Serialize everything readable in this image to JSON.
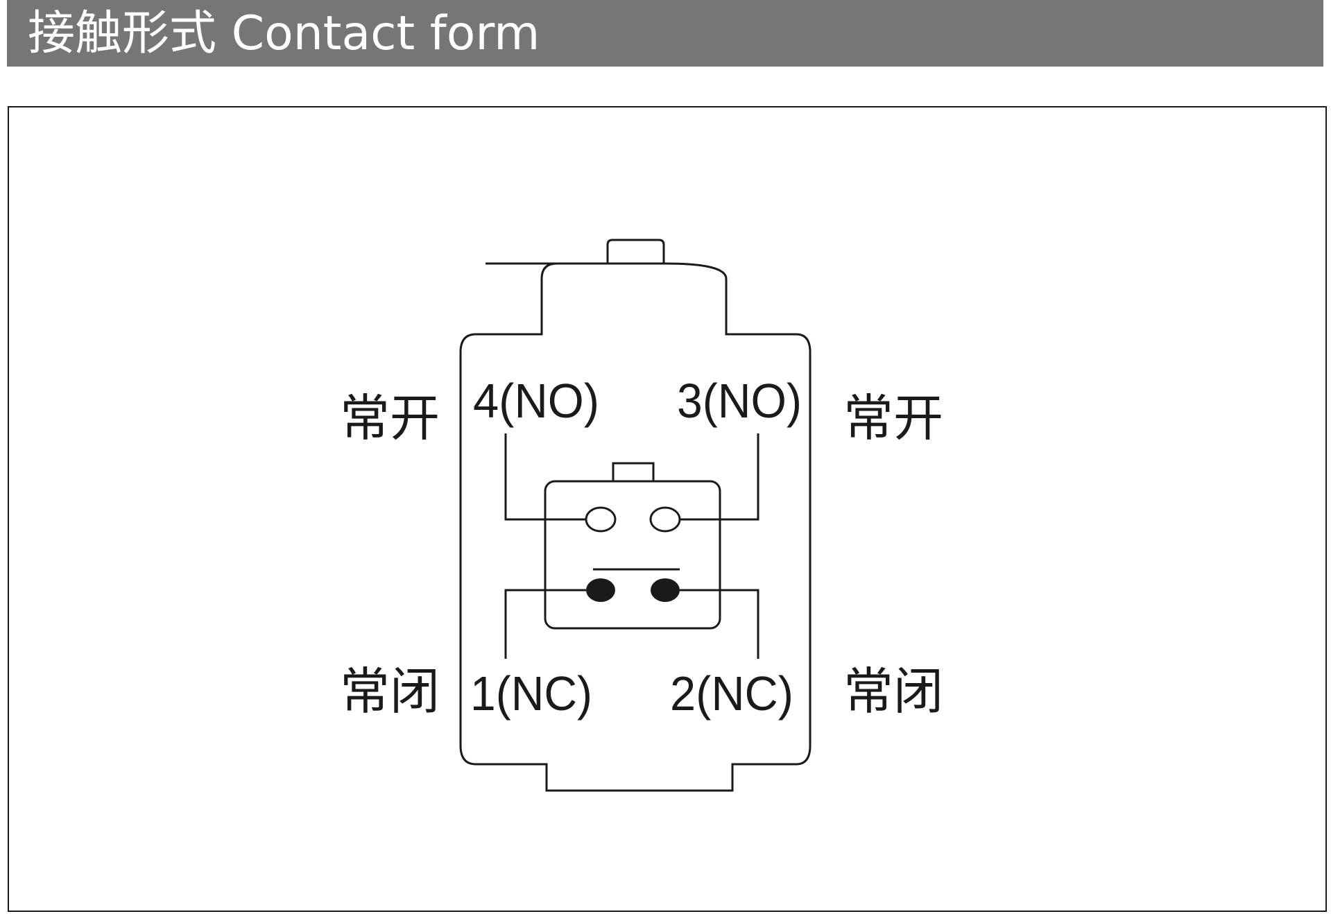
{
  "header": {
    "title": "接触形式 Contact form"
  },
  "diagram": {
    "no_left_zh": "常开",
    "no_right_zh": "常开",
    "nc_left_zh": "常闭",
    "nc_right_zh": "常闭",
    "terminal_4": "4(NO)",
    "terminal_3": "3(NO)",
    "terminal_1": "1(NC)",
    "terminal_2": "2(NC)"
  },
  "colors": {
    "header_bg": "#777576",
    "header_text": "#ffffff",
    "line": "#1a1a1a"
  }
}
